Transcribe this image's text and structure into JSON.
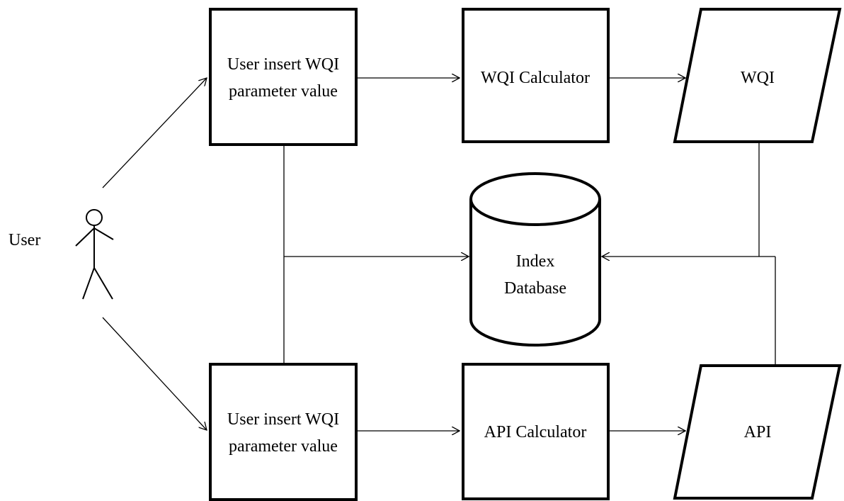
{
  "actor": {
    "label": "User",
    "icon": "stick-figure-icon"
  },
  "nodes": {
    "user_input_top": {
      "line1": "User insert WQI",
      "line2": "parameter value"
    },
    "wqi_calculator": {
      "label": "WQI Calculator"
    },
    "wqi_output": {
      "label": "WQI"
    },
    "index_database": {
      "line1": "Index",
      "line2": "Database"
    },
    "user_input_bottom": {
      "line1": "User insert WQI",
      "line2": "parameter value"
    },
    "api_calculator": {
      "label": "API Calculator"
    },
    "api_output": {
      "label": "API"
    }
  },
  "colors": {
    "stroke": "#000000",
    "background": "#ffffff"
  }
}
